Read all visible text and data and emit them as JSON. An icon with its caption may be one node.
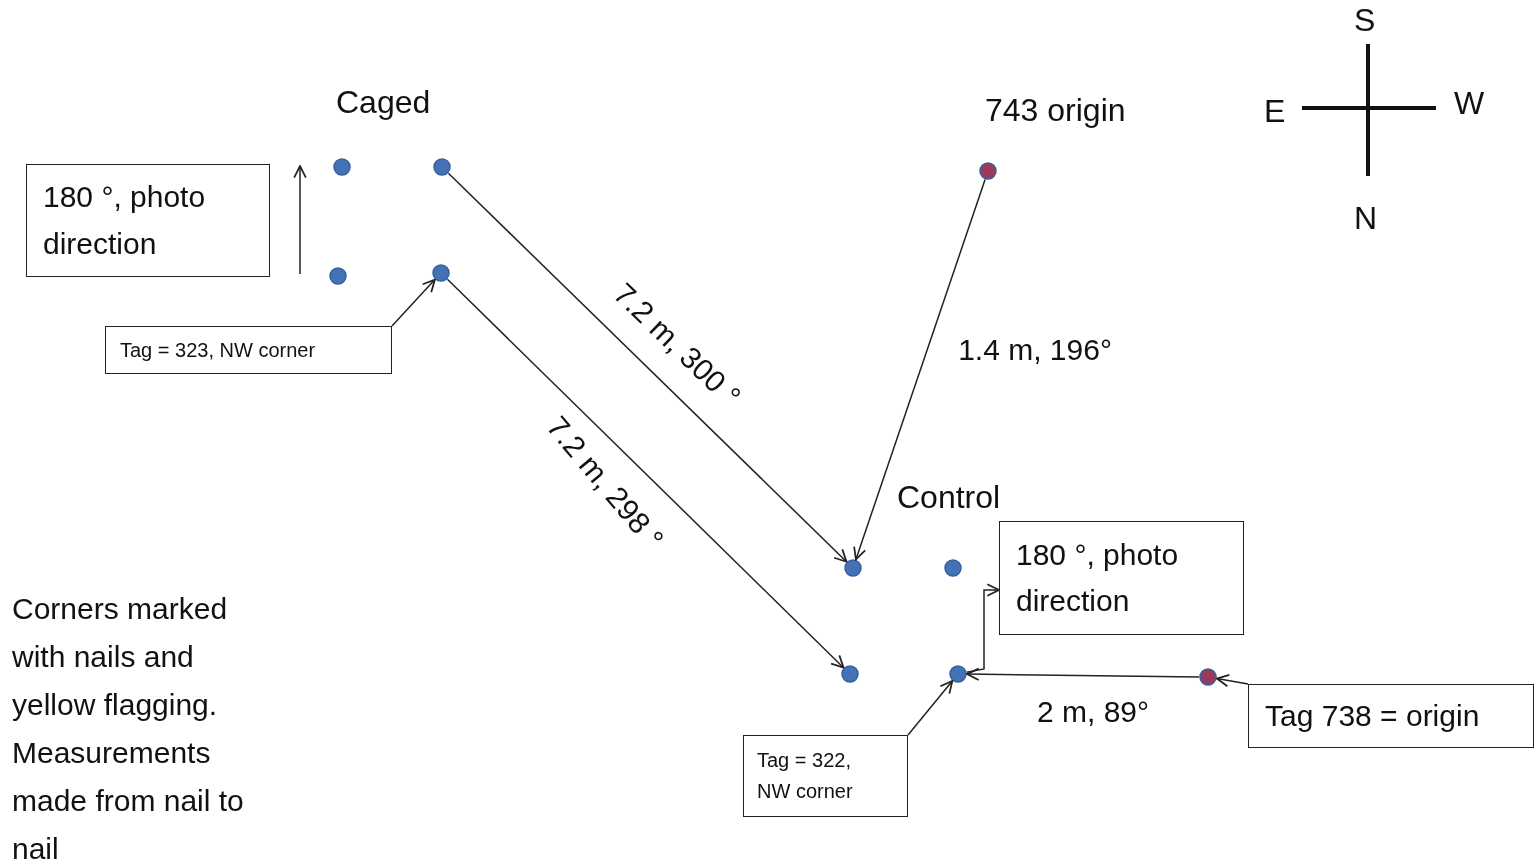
{
  "diagram": {
    "nodes": [
      {
        "text": [
          "180 °, photo direction"
        ]
      },
      {
        "text": [],
        "shape": "circle"
      },
      {
        "text": [],
        "shape": "circle"
      },
      {
        "text": [],
        "shape": "circle"
      },
      {
        "text": [],
        "shape": "circle"
      },
      {
        "text": [
          "Tag = 323, NW corner"
        ]
      },
      {
        "text": [],
        "shape": "circle",
        "beside": [
          "743 origin"
        ]
      },
      {
        "text": [],
        "shape": "circle"
      },
      {
        "text": [],
        "shape": "circle"
      },
      {
        "text": [],
        "shape": "circle"
      },
      {
        "text": [],
        "shape": "circle"
      },
      {
        "text": [
          "180 °, photo direction"
        ]
      },
      {
        "text": [],
        "shape": "circle"
      },
      {
        "text": [
          "Tag 738 = origin"
        ]
      },
      {
        "text": [
          "Tag = 322, NW corner"
        ]
      }
    ],
    "edges": [
      {
        "from": 5,
        "to": 4,
        "arrow": "to"
      },
      {
        "from": 2,
        "to": 7,
        "arrow": "to",
        "label": "7.2 m, 300 °"
      },
      {
        "from": 4,
        "to": 9,
        "arrow": "to",
        "label": "7.2 m, 298 °"
      },
      {
        "from": 6,
        "to": 7,
        "arrow": "to",
        "label": "1.4 m, 196°"
      },
      {
        "from": 12,
        "to": 10,
        "arrow": "to",
        "label": "2 m, 89°"
      },
      {
        "from": 13,
        "to": 12,
        "arrow": "to"
      },
      {
        "from": 14,
        "to": 10,
        "arrow": "to"
      },
      {
        "from": 10,
        "to": 11,
        "arrow": "to"
      }
    ],
    "labels": [
      "S",
      "Caged",
      "E",
      "W",
      "N",
      "Control",
      "Corners marked with nails and yellow flagging. Measurements made from nail to nail"
    ]
  }
}
